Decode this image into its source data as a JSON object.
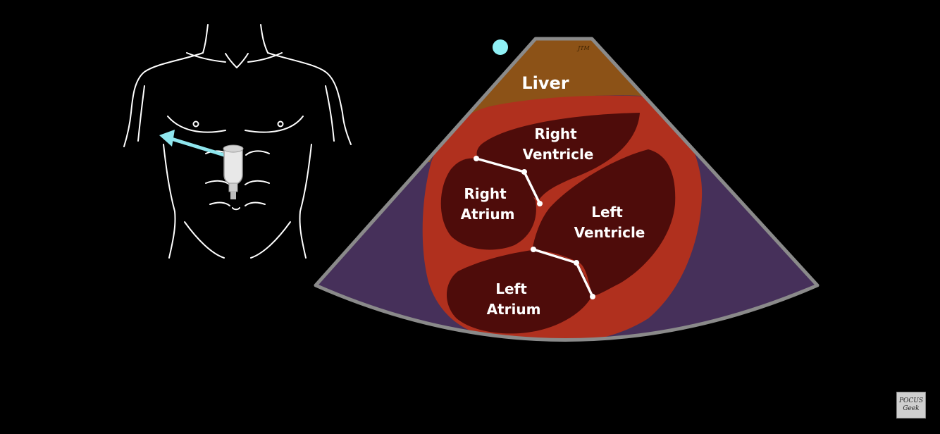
{
  "diagram": {
    "labels": {
      "liver": "Liver",
      "right_ventricle": [
        "Right",
        "Ventricle"
      ],
      "right_atrium": [
        "Right",
        "Atrium"
      ],
      "left_ventricle": [
        "Left",
        "Ventricle"
      ],
      "left_atrium": [
        "Left",
        "Atrium"
      ]
    },
    "artist_mark": "JTM"
  },
  "logo": {
    "line1": "POCUS",
    "line2": "Geek"
  },
  "colors": {
    "background": "#000000",
    "sector_fill": "#46305a",
    "sector_border": "#8a8a8a",
    "liver": "#8c5217",
    "heart_wall": "#b0301e",
    "chambers": "#4e0c0a",
    "valves": "#ffffff",
    "indicator_dot": "#8ff0f5",
    "probe_arrow": "#8fe6ee",
    "body_outline": "#ffffff"
  }
}
